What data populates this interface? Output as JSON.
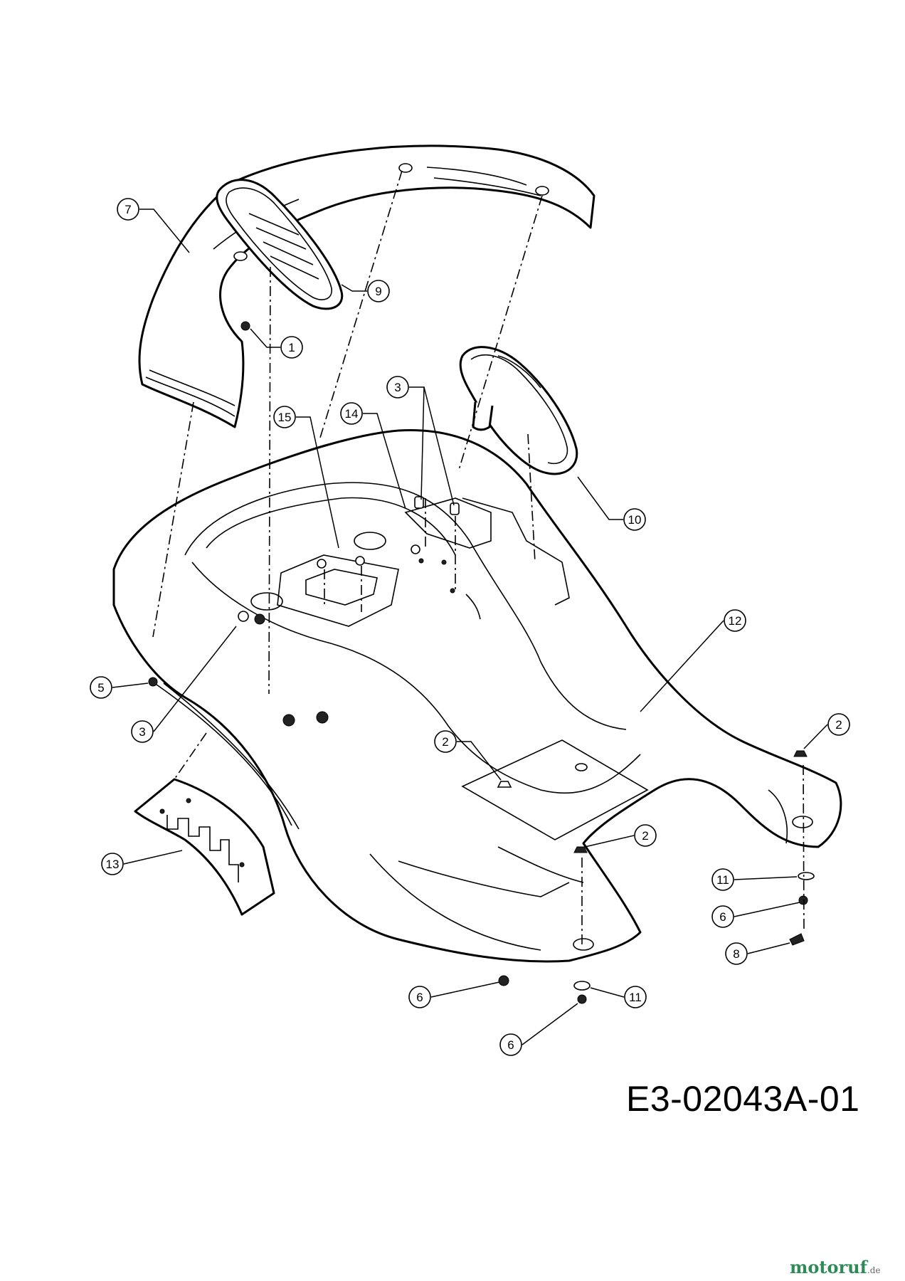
{
  "drawing_number": "E3-02043A-01",
  "watermark": {
    "name": "motoruf",
    "tld": ".de",
    "colors": [
      "#e03c31",
      "#f2a900",
      "#2e8b57",
      "#1f5fbf"
    ]
  },
  "callouts": [
    {
      "id": "c7",
      "label": "7"
    },
    {
      "id": "c9",
      "label": "9"
    },
    {
      "id": "c1",
      "label": "1"
    },
    {
      "id": "c3a",
      "label": "3"
    },
    {
      "id": "c15",
      "label": "15"
    },
    {
      "id": "c14",
      "label": "14"
    },
    {
      "id": "c10",
      "label": "10"
    },
    {
      "id": "c12",
      "label": "12"
    },
    {
      "id": "c5",
      "label": "5"
    },
    {
      "id": "c3b",
      "label": "3"
    },
    {
      "id": "c2a",
      "label": "2"
    },
    {
      "id": "c2b",
      "label": "2"
    },
    {
      "id": "c2c",
      "label": "2"
    },
    {
      "id": "c13",
      "label": "13"
    },
    {
      "id": "c11a",
      "label": "11"
    },
    {
      "id": "c6a",
      "label": "6"
    },
    {
      "id": "c8",
      "label": "8"
    },
    {
      "id": "c6b",
      "label": "6"
    },
    {
      "id": "c11b",
      "label": "11"
    },
    {
      "id": "c6c",
      "label": "6"
    }
  ]
}
